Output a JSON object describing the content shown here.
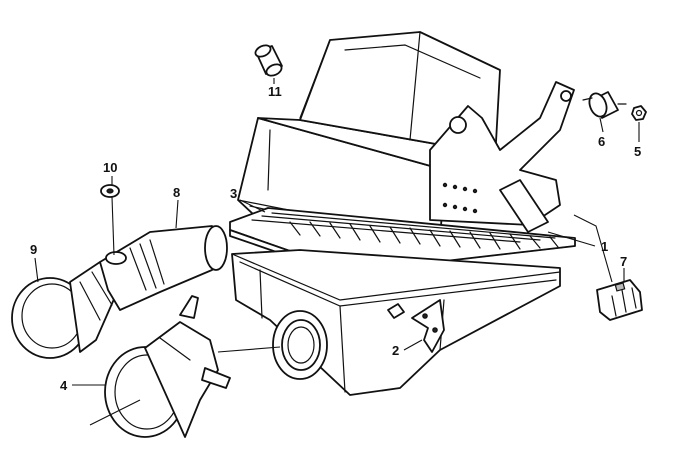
{
  "callouts": [
    {
      "id": "1",
      "label": "1"
    },
    {
      "id": "2",
      "label": "2"
    },
    {
      "id": "3",
      "label": "3"
    },
    {
      "id": "4",
      "label": "4"
    },
    {
      "id": "5",
      "label": "5"
    },
    {
      "id": "6",
      "label": "6"
    },
    {
      "id": "7",
      "label": "7"
    },
    {
      "id": "8",
      "label": "8"
    },
    {
      "id": "9",
      "label": "9"
    },
    {
      "id": "10",
      "label": "10"
    },
    {
      "id": "11",
      "label": "11"
    }
  ],
  "colors": {
    "line": "#111111",
    "paper": "#ffffff"
  }
}
